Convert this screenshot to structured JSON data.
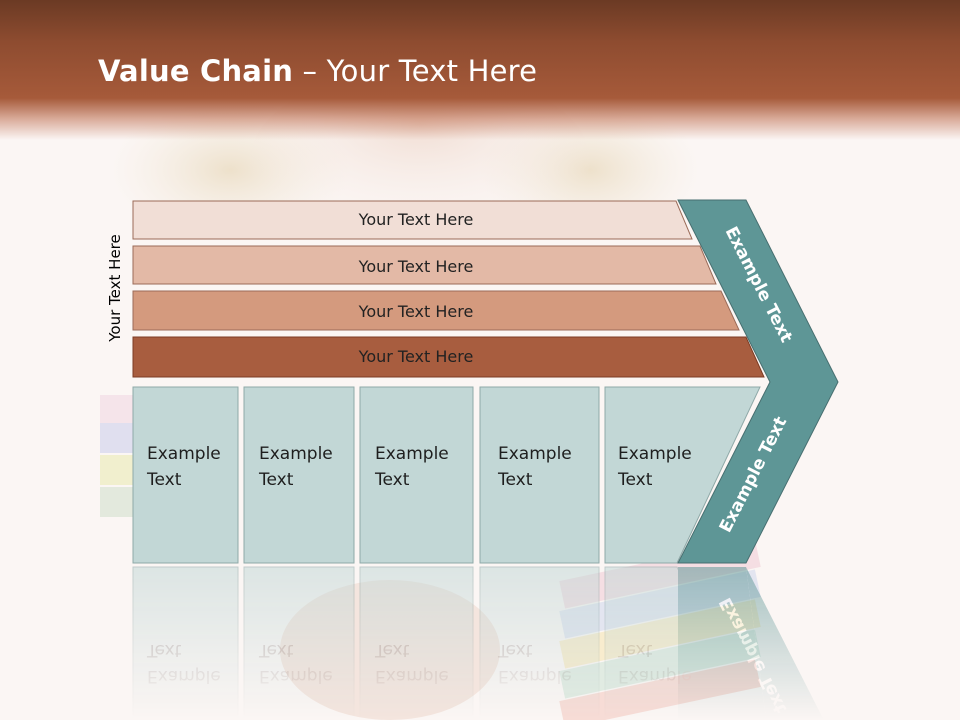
{
  "slide": {
    "title_bold": "Value Chain",
    "title_sep": " – ",
    "title_rest": "Your Text Here"
  },
  "side_label": "Your Text Here",
  "bars": [
    {
      "label": "Your Text Here",
      "color": "#f1ded6"
    },
    {
      "label": "Your Text Here",
      "color": "#e3b9a6"
    },
    {
      "label": "Your Text Here",
      "color": "#d49a7e"
    },
    {
      "label": "Your Text Here",
      "color": "#a85d3f"
    }
  ],
  "boxes": [
    {
      "line1": "Example",
      "line2": "Text"
    },
    {
      "line1": "Example",
      "line2": "Text"
    },
    {
      "line1": "Example",
      "line2": "Text"
    },
    {
      "line1": "Example",
      "line2": "Text"
    },
    {
      "line1": "Example",
      "line2": "Text"
    }
  ],
  "chevron": {
    "upper_label": "Example Text",
    "lower_label": "Example Text",
    "color": "#5e9696"
  },
  "colors": {
    "header": "#8e4c30",
    "box_fill": "#c2d7d6",
    "box_stroke": "#8fa9a8"
  }
}
